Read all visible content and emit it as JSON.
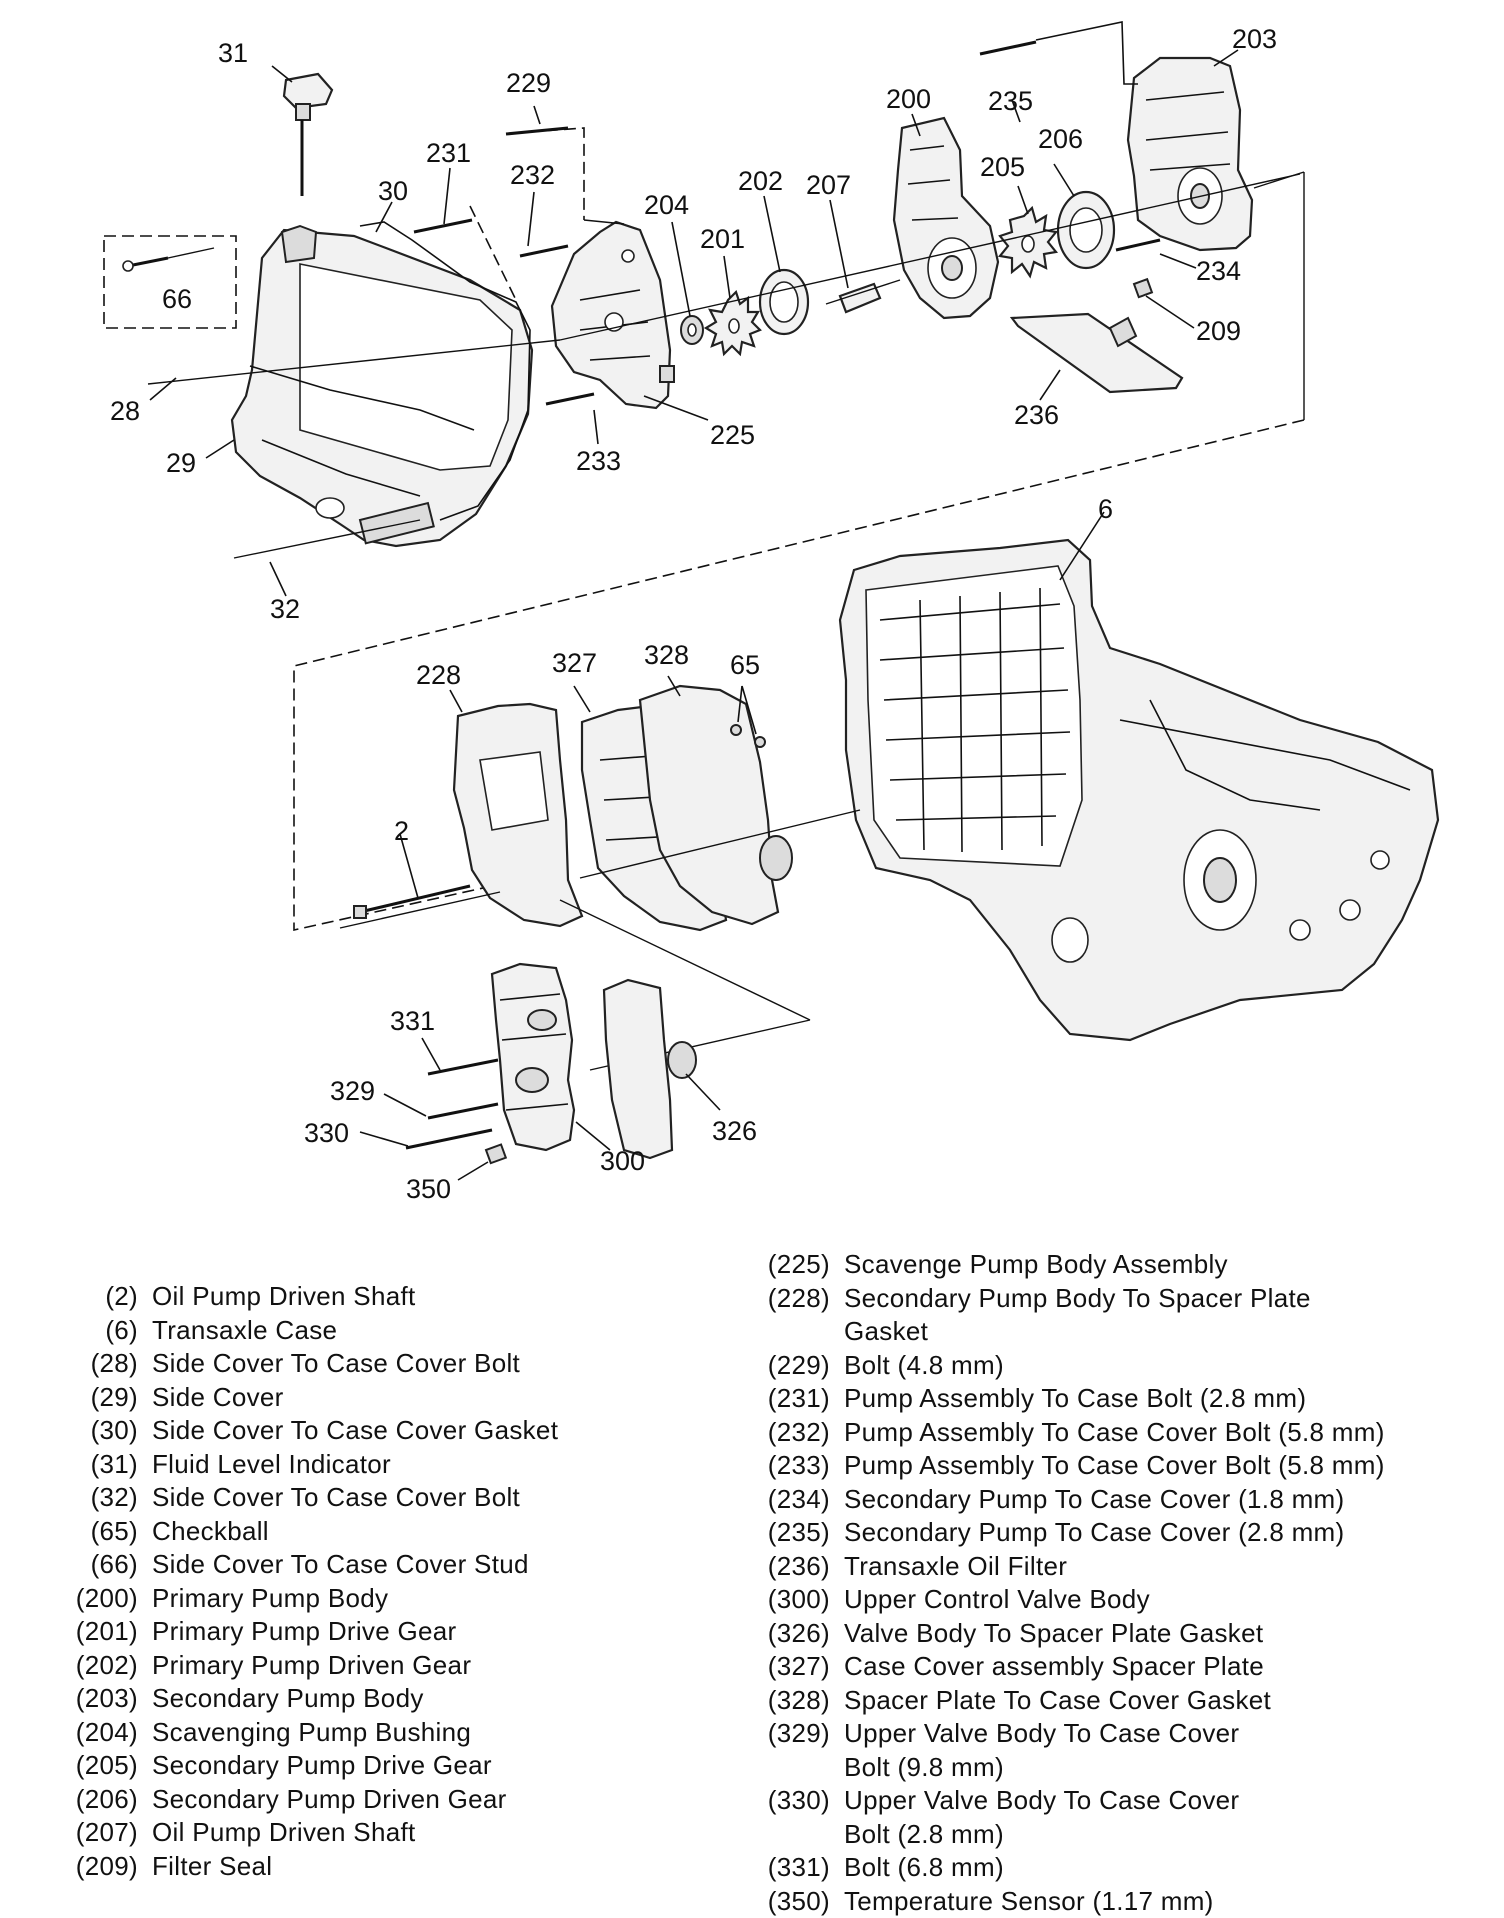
{
  "callouts": {
    "c31": "31",
    "c229": "229",
    "c231": "231",
    "c232": "232",
    "c30": "30",
    "c204": "204",
    "c202": "202",
    "c207": "207",
    "c201": "201",
    "c200": "200",
    "c235": "235",
    "c205": "205",
    "c206": "206",
    "c203": "203",
    "c234": "234",
    "c209": "209",
    "c236": "236",
    "c66": "66",
    "c28": "28",
    "c29": "29",
    "c225": "225",
    "c233": "233",
    "c32": "32",
    "c6": "6",
    "c228": "228",
    "c327": "327",
    "c328": "328",
    "c65": "65",
    "c2": "2",
    "c331": "331",
    "c329": "329",
    "c330": "330",
    "c350": "350",
    "c300": "300",
    "c326": "326"
  },
  "legend_left": [
    {
      "num": "(2)",
      "desc": "Oil Pump Driven Shaft"
    },
    {
      "num": "(6)",
      "desc": "Transaxle Case"
    },
    {
      "num": "(28)",
      "desc": "Side Cover To Case Cover Bolt"
    },
    {
      "num": "(29)",
      "desc": "Side Cover"
    },
    {
      "num": "(30)",
      "desc": "Side Cover To Case Cover Gasket"
    },
    {
      "num": "(31)",
      "desc": "Fluid Level Indicator"
    },
    {
      "num": "(32)",
      "desc": "Side Cover To Case Cover Bolt"
    },
    {
      "num": "(65)",
      "desc": "Checkball"
    },
    {
      "num": "(66)",
      "desc": "Side Cover To Case Cover Stud"
    },
    {
      "num": "(200)",
      "desc": "Primary Pump Body"
    },
    {
      "num": "(201)",
      "desc": "Primary Pump Drive Gear"
    },
    {
      "num": "(202)",
      "desc": "Primary Pump Driven Gear"
    },
    {
      "num": "(203)",
      "desc": "Secondary Pump Body"
    },
    {
      "num": "(204)",
      "desc": "Scavenging Pump Bushing"
    },
    {
      "num": "(205)",
      "desc": "Secondary Pump Drive Gear"
    },
    {
      "num": "(206)",
      "desc": "Secondary Pump Driven Gear"
    },
    {
      "num": "(207)",
      "desc": "Oil Pump Driven Shaft"
    },
    {
      "num": "(209)",
      "desc": "Filter Seal"
    }
  ],
  "legend_right": [
    {
      "num": "(225)",
      "desc": "Scavenge Pump Body Assembly"
    },
    {
      "num": "(228)",
      "desc": "Secondary Pump Body To Spacer Plate",
      "cont": "Gasket"
    },
    {
      "num": "(229)",
      "desc": "Bolt (4.8 mm)"
    },
    {
      "num": "(231)",
      "desc": "Pump Assembly To Case Bolt (2.8 mm)"
    },
    {
      "num": "(232)",
      "desc": "Pump Assembly To Case Cover Bolt (5.8 mm)"
    },
    {
      "num": "(233)",
      "desc": "Pump Assembly To Case Cover Bolt (5.8 mm)"
    },
    {
      "num": "(234)",
      "desc": "Secondary Pump To Case Cover (1.8 mm)"
    },
    {
      "num": "(235)",
      "desc": "Secondary Pump To Case Cover (2.8 mm)"
    },
    {
      "num": "(236)",
      "desc": "Transaxle Oil Filter"
    },
    {
      "num": "(300)",
      "desc": "Upper Control Valve Body"
    },
    {
      "num": "(326)",
      "desc": "Valve Body To Spacer Plate Gasket"
    },
    {
      "num": "(327)",
      "desc": "Case Cover assembly Spacer Plate"
    },
    {
      "num": "(328)",
      "desc": "Spacer Plate To Case Cover Gasket"
    },
    {
      "num": "(329)",
      "desc": "Upper Valve Body To Case Cover",
      "cont": "Bolt (9.8 mm)"
    },
    {
      "num": "(330)",
      "desc": "Upper Valve Body To Case Cover",
      "cont": "Bolt (2.8 mm)"
    },
    {
      "num": "(331)",
      "desc": "Bolt (6.8 mm)"
    },
    {
      "num": "(350)",
      "desc": "Temperature Sensor (1.17 mm)"
    }
  ]
}
